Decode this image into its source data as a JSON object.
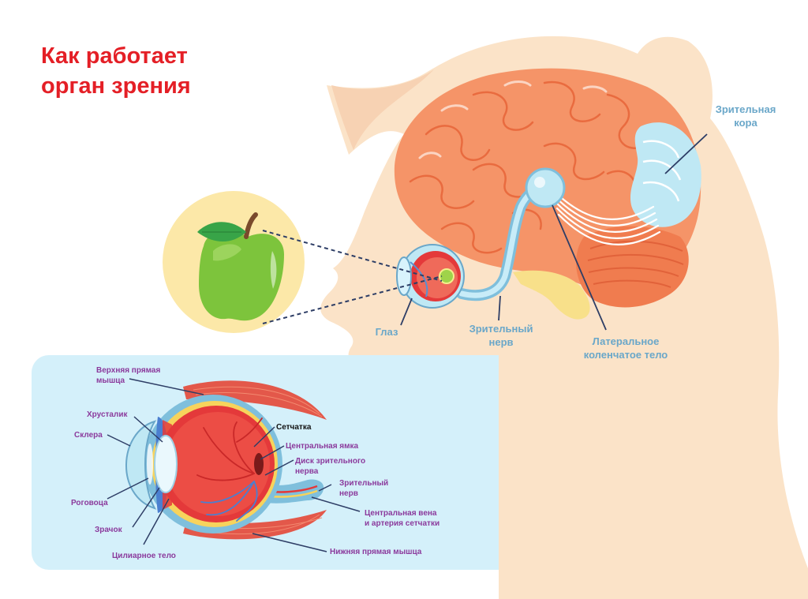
{
  "title": {
    "line1": "Как работает",
    "line2": "орган зрения"
  },
  "labels": {
    "visual_cortex_1": "Зрительная",
    "visual_cortex_2": "кора",
    "eye": "Глаз",
    "optic_nerve_1": "Зрительный",
    "optic_nerve_2": "нерв",
    "lgn_1": "Латеральное",
    "lgn_2": "коленчатое тело"
  },
  "inset_labels": {
    "superior_rectus_1": "Верхняя прямая",
    "superior_rectus_2": "мышца",
    "lens": "Хрусталик",
    "sclera": "Склера",
    "retina": "Сетчатка",
    "fovea": "Центральная ямка",
    "optic_disc_1": "Диск зрительного",
    "optic_disc_2": "нерва",
    "optic_nerve_1": "Зрительный",
    "optic_nerve_2": "нерв",
    "cornea": "Роговоца",
    "central_vessels_1": "Центральная вена",
    "central_vessels_2": "и артерия сетчатки",
    "pupil": "Зрачок",
    "inferior_rectus": "Нижняя прямая мышца",
    "ciliary_body": "Цилиарное тело"
  },
  "colors": {
    "title_red": "#e41f26",
    "label_blue": "#6aa7c9",
    "label_purple": "#8b3a9c",
    "skin": "#fbe3c8",
    "brain": "#f59468",
    "inset_bg": "#d4f0fa",
    "apple_circle": "#fce8a8",
    "apple_green": "#7dc43c"
  }
}
